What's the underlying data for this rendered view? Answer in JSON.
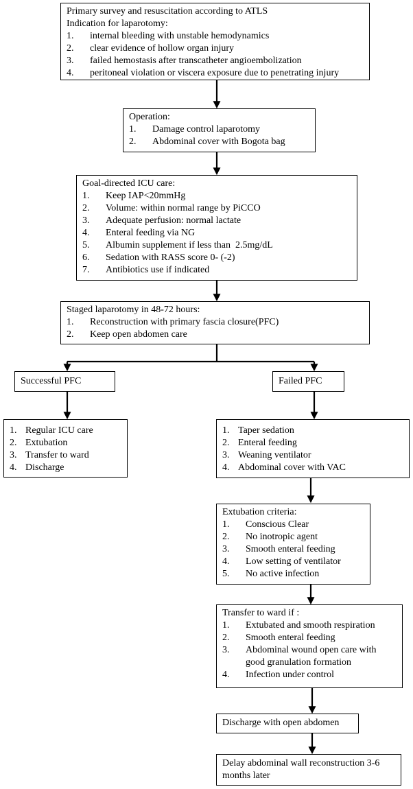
{
  "boxes": {
    "survey": {
      "title": "Primary survey and resuscitation according to ATLS",
      "subtitle": "Indication for laparotomy:",
      "items": [
        {
          "num": "1.",
          "text": "internal bleeding with unstable hemodynamics"
        },
        {
          "num": "2.",
          "text": "clear evidence of hollow organ injury"
        },
        {
          "num": "3.",
          "text": "failed hemostasis after transcatheter angioembolization"
        },
        {
          "num": "4.",
          "text": "peritoneal violation or viscera exposure due to penetrating injury"
        }
      ]
    },
    "operation": {
      "title": "Operation:",
      "items": [
        {
          "num": "1.",
          "text": "Damage control laparotomy"
        },
        {
          "num": "2.",
          "text": "Abdominal cover with Bogota bag"
        }
      ]
    },
    "icu": {
      "title": "Goal-directed ICU care:",
      "items": [
        {
          "num": "1.",
          "text": "Keep IAP<20mmHg"
        },
        {
          "num": "2.",
          "text": "Volume: within normal range by PiCCO"
        },
        {
          "num": "3.",
          "text": "Adequate perfusion: normal lactate"
        },
        {
          "num": "4.",
          "text": "Enteral feeding via NG"
        },
        {
          "num": "5.",
          "text": "Albumin supplement if less than  2.5mg/dL"
        },
        {
          "num": "6.",
          "text": "Sedation with RASS score 0- (-2)"
        },
        {
          "num": "7.",
          "text": "Antibiotics use if indicated"
        }
      ]
    },
    "staged": {
      "title": "Staged laparotomy in 48-72 hours:",
      "items": [
        {
          "num": "1.",
          "text": "Reconstruction with primary fascia closure(PFC)"
        },
        {
          "num": "2.",
          "text": "Keep open abdomen care"
        }
      ]
    },
    "success": {
      "title": "Successful PFC"
    },
    "failed": {
      "title": "Failed PFC"
    },
    "success_steps": {
      "items": [
        {
          "num": "1.",
          "text": "Regular ICU care"
        },
        {
          "num": "2.",
          "text": "Extubation"
        },
        {
          "num": "3.",
          "text": "Transfer to ward"
        },
        {
          "num": "4.",
          "text": "Discharge"
        }
      ]
    },
    "failed_steps": {
      "items": [
        {
          "num": "1.",
          "text": "Taper sedation"
        },
        {
          "num": "2.",
          "text": "Enteral feeding"
        },
        {
          "num": "3.",
          "text": "Weaning ventilator"
        },
        {
          "num": "4.",
          "text": "Abdominal cover with VAC"
        }
      ]
    },
    "extubation": {
      "title": "Extubation criteria:",
      "items": [
        {
          "num": "1.",
          "text": "Conscious Clear"
        },
        {
          "num": "2.",
          "text": "No inotropic agent"
        },
        {
          "num": "3.",
          "text": "Smooth enteral feeding"
        },
        {
          "num": "4.",
          "text": "Low setting of ventilator"
        },
        {
          "num": "5.",
          "text": "No active infection"
        }
      ]
    },
    "transfer": {
      "title": "Transfer to ward if :",
      "items": [
        {
          "num": "1.",
          "text": "Extubated and smooth respiration"
        },
        {
          "num": "2.",
          "text": "Smooth enteral feeding"
        },
        {
          "num": "3.",
          "text": "Abdominal wound open care with good granulation formation"
        },
        {
          "num": "4.",
          "text": "Infection under control"
        }
      ]
    },
    "discharge": {
      "title": "Discharge with open abdomen"
    },
    "delay": {
      "title": "Delay abdominal wall reconstruction 3-6 months later"
    }
  },
  "style": {
    "stroke_color": "#000000",
    "background": "#ffffff"
  }
}
